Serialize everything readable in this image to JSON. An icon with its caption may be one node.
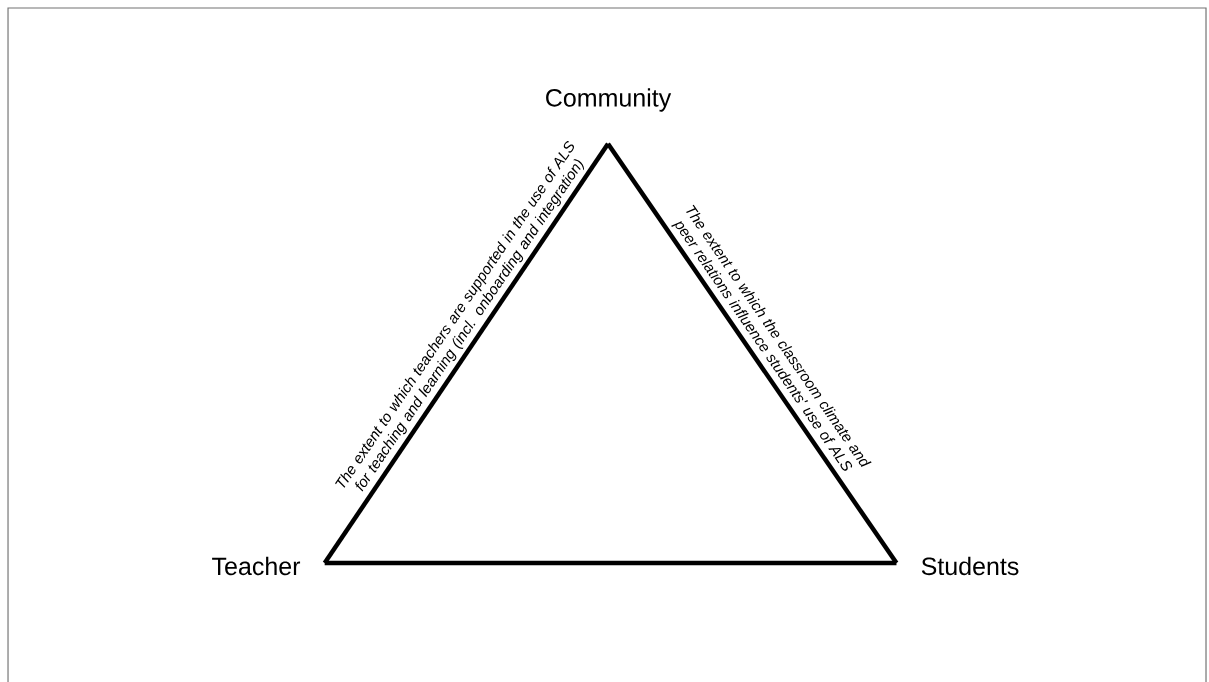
{
  "diagram": {
    "nodes": [
      {
        "text": [
          "Community"
        ]
      },
      {
        "text": [
          "Teacher"
        ]
      },
      {
        "text": [
          "Students"
        ]
      }
    ],
    "edges": [
      {
        "from": 1,
        "to": 0,
        "arrow": "none",
        "label": "The extent to which teachers are supported in the use of ALS for teaching and learning (incl. onboarding and integration)"
      },
      {
        "from": 0,
        "to": 2,
        "arrow": "none",
        "label": "The extent to which the classroom climate and peer relations influence students' use of ALS"
      },
      {
        "from": 1,
        "to": 2,
        "arrow": "none"
      }
    ]
  }
}
